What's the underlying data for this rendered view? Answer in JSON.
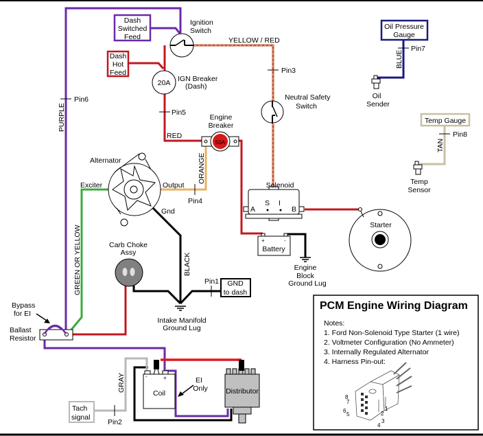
{
  "title": "PCM Engine Wiring Diagram",
  "notes": {
    "heading": "Notes:",
    "items": [
      "1. Ford Non-Solenoid Type Starter (1 wire)",
      "2. Voltmeter Configuration (No Ammeter)",
      "3. Internally Regulated Alternator",
      "4. Harness Pin-out:"
    ],
    "pinout_labels": [
      "8",
      "7",
      "6",
      "5",
      "1",
      "2",
      "3",
      "4"
    ]
  },
  "colors": {
    "purple": "#6a2aa8",
    "red": "#c0181e",
    "yellow_red": "#c8503a",
    "orange": "#e8b060",
    "green": "#3aaa3a",
    "black": "#000000",
    "blue": "#1a1a80",
    "tan": "#c8c0a0",
    "gray": "#b8b8b8",
    "breaker_red": "#d81818",
    "choke_gray": "#808080",
    "distributor_gray": "#c0c0c0"
  },
  "components": {
    "dash_switched_feed": [
      "Dash",
      "Switched",
      "Feed"
    ],
    "dash_hot_feed": [
      "Dash",
      "Hot",
      "Feed"
    ],
    "ignition_switch": [
      "Ignition",
      "Switch"
    ],
    "ign_breaker": {
      "rating": "20A",
      "label": [
        "IGN Breaker",
        "(Dash)"
      ]
    },
    "neutral_safety_switch": [
      "Neutral Safety",
      "Switch"
    ],
    "engine_breaker": {
      "rating": "50A",
      "label": [
        "Engine",
        "Breaker"
      ]
    },
    "alternator": {
      "label": "Alternator",
      "exciter": "Exciter",
      "output": "Output",
      "gnd": "Gnd"
    },
    "solenoid": {
      "label": "Solenoid",
      "terminals": [
        "A",
        "S",
        "I",
        "B"
      ]
    },
    "battery": {
      "label": "Battery",
      "plus": "+",
      "minus": "-"
    },
    "engine_block_ground": [
      "Engine",
      "Block",
      "Ground Lug"
    ],
    "starter": "Starter",
    "oil_pressure_gauge": [
      "Oil Pressure",
      "Gauge"
    ],
    "oil_sender": [
      "Oil",
      "Sender"
    ],
    "temp_gauge": "Temp Gauge",
    "temp_sensor": [
      "Temp",
      "Sensor"
    ],
    "carb_choke": [
      "Carb Choke",
      "Assy"
    ],
    "gnd_to_dash": [
      "GND",
      "to dash"
    ],
    "intake_ground": [
      "Intake Manifold",
      "Ground Lug"
    ],
    "bypass": [
      "Bypass",
      "for EI"
    ],
    "ballast_resistor": [
      "Ballast",
      "Resistor"
    ],
    "coil": {
      "label": "Coil",
      "minus": "-",
      "plus": "+"
    },
    "ei_only": [
      "EI",
      "Only"
    ],
    "distributor": "Distributor",
    "tach_signal": [
      "Tach",
      "signal"
    ]
  },
  "wire_labels": {
    "purple": "PURPLE",
    "yellow_red": "YELLOW / RED",
    "red": "RED",
    "orange": "ORANGE",
    "green_or_yellow": "GREEN OR YELLOW",
    "black": "BLACK",
    "blue": "BLUE",
    "tan": "TAN",
    "gray": "GRAY"
  },
  "pins": {
    "pin1": "Pin1",
    "pin2": "Pin2",
    "pin3": "Pin3",
    "pin4": "Pin4",
    "pin5": "Pin5",
    "pin6": "Pin6",
    "pin7": "Pin7",
    "pin8": "Pin8"
  }
}
